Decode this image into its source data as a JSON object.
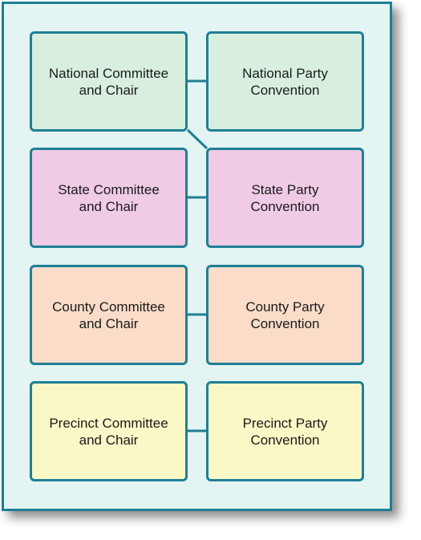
{
  "rows": [
    {
      "committee": "National Committee\nand Chair",
      "convention": "National Party\nConvention"
    },
    {
      "committee": "State Committee\nand Chair",
      "convention": "State Party\nConvention"
    },
    {
      "committee": "County Committee\nand Chair",
      "convention": "County Party\nConvention"
    },
    {
      "committee": "Precinct Committee\nand Chair",
      "convention": "Precinct Party\nConvention"
    }
  ],
  "colors": {
    "border": "#1f7f96",
    "panel": "#e3f4f2",
    "national": "#d8efe0",
    "state": "#f0cbe6",
    "county": "#fadcc8",
    "precinct": "#f9f8c6"
  }
}
